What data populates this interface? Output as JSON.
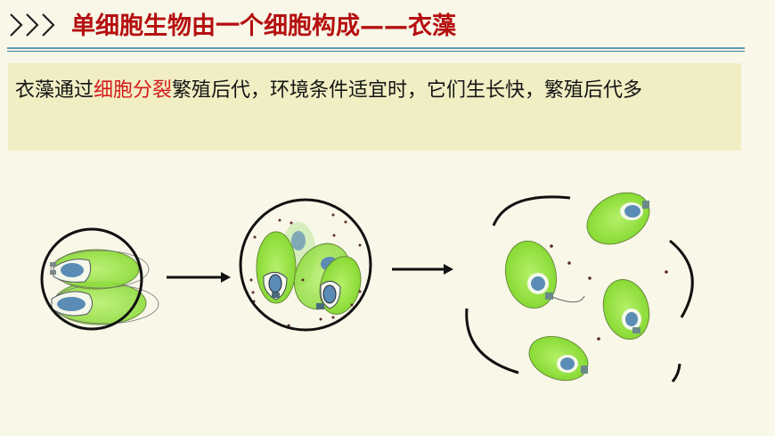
{
  "header": {
    "title": "单细胞生物由一个细胞构成——衣藻",
    "icon": "triple-chevron-right-icon",
    "title_color": "#b50f10"
  },
  "content": {
    "text_before": "衣藻通过",
    "highlight": "细胞分裂",
    "text_after": "繁殖后代，环境条件适宜时，它们生长快，繁殖后代多",
    "highlight_color": "#d51a1a",
    "box_color": "#f1eec4"
  },
  "diagram": {
    "stages": [
      {
        "name": "stage-1",
        "description": "one chlamydomonas cell dividing into two inside cell wall"
      },
      {
        "name": "stage-2",
        "description": "four daughter cells inside mother cell wall"
      },
      {
        "name": "stage-3",
        "description": "cell wall ruptures, four daughter cells released"
      }
    ],
    "arrows": [
      "arrow-right-icon",
      "arrow-right-icon"
    ],
    "cell_color": "#8fe03a",
    "nucleus_color": "#5b8cb5"
  }
}
